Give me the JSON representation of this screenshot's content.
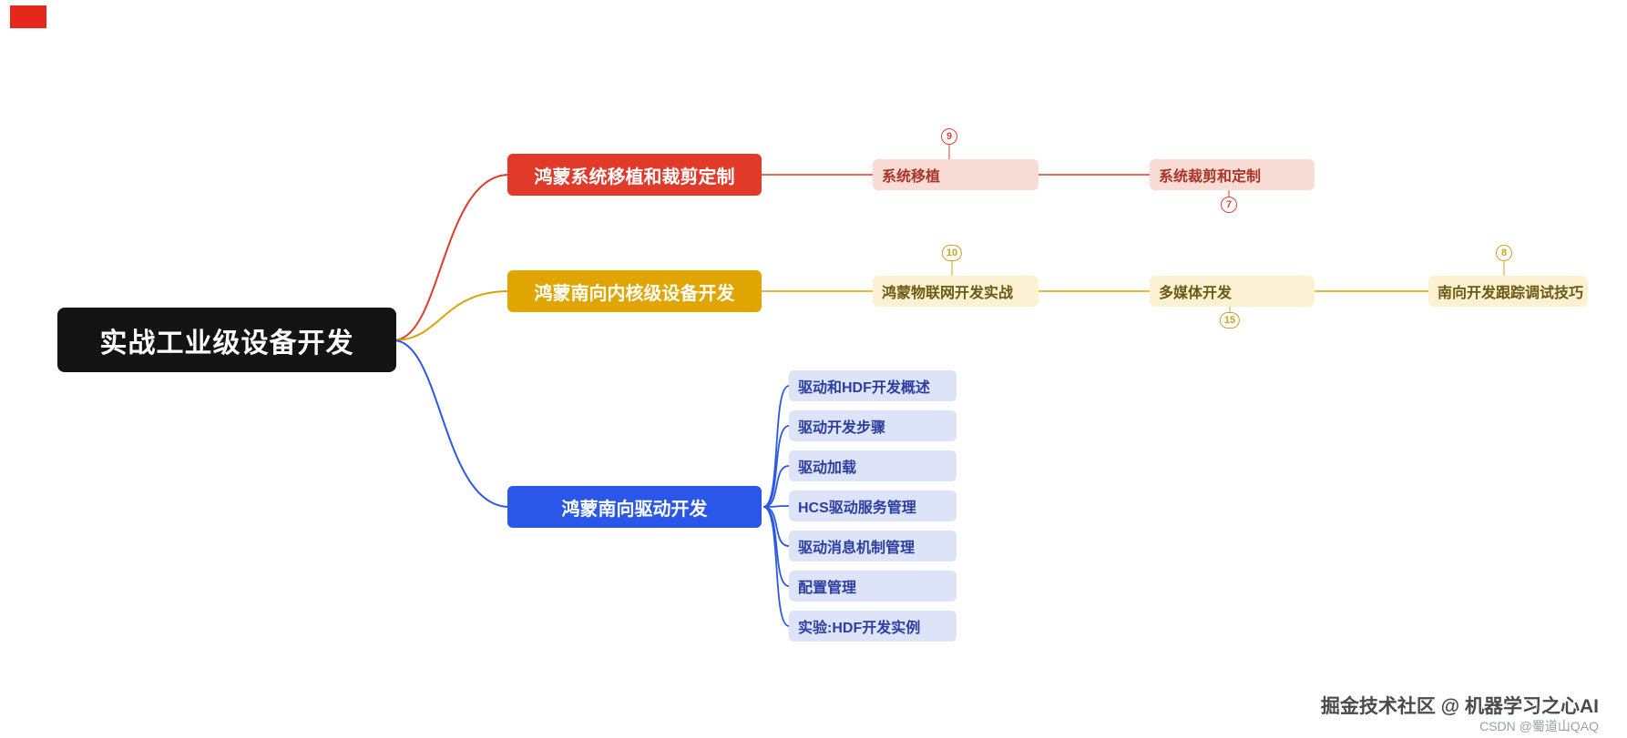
{
  "canvas": {
    "corner_marker_color": "#e8271c",
    "background": "#ffffff"
  },
  "root": {
    "label": "实战工业级设备开发",
    "bg": "#141414",
    "text_color": "#ffffff"
  },
  "branches": [
    {
      "label": "鸿蒙系统移植和裁剪定制",
      "color": "#e13a2a",
      "child_bg": "#fadcd6",
      "child_text_color": "#a8362a",
      "children": [
        {
          "label": "系统移植",
          "badge": "9",
          "badge_position": "top"
        },
        {
          "label": "系统裁剪和定制",
          "badge": "7",
          "badge_position": "bottom"
        }
      ]
    },
    {
      "label": "鸿蒙南向内核级设备开发",
      "color": "#e0a500",
      "child_bg": "#fcf2d3",
      "child_text_color": "#6b5a10",
      "children": [
        {
          "label": "鸿蒙物联网开发实战",
          "badge": "10",
          "badge_position": "top"
        },
        {
          "label": "多媒体开发",
          "badge": "15",
          "badge_position": "bottom"
        },
        {
          "label": "南向开发跟踪调试技巧",
          "badge": "8",
          "badge_position": "top"
        }
      ]
    },
    {
      "label": "鸿蒙南向驱动开发",
      "color": "#2b57e8",
      "child_bg": "#dde3f8",
      "child_text_color": "#2c3fa0",
      "children": [
        {
          "label": "驱动和HDF开发概述"
        },
        {
          "label": "驱动开发步骤"
        },
        {
          "label": "驱动加载"
        },
        {
          "label": "HCS驱动服务管理"
        },
        {
          "label": "驱动消息机制管理"
        },
        {
          "label": "配置管理"
        },
        {
          "label": "实验:HDF开发实例"
        }
      ]
    }
  ],
  "watermarks": {
    "primary": "掘金技术社区 @ 机器学习之心AI",
    "secondary": "CSDN @蜀道山QAQ"
  }
}
